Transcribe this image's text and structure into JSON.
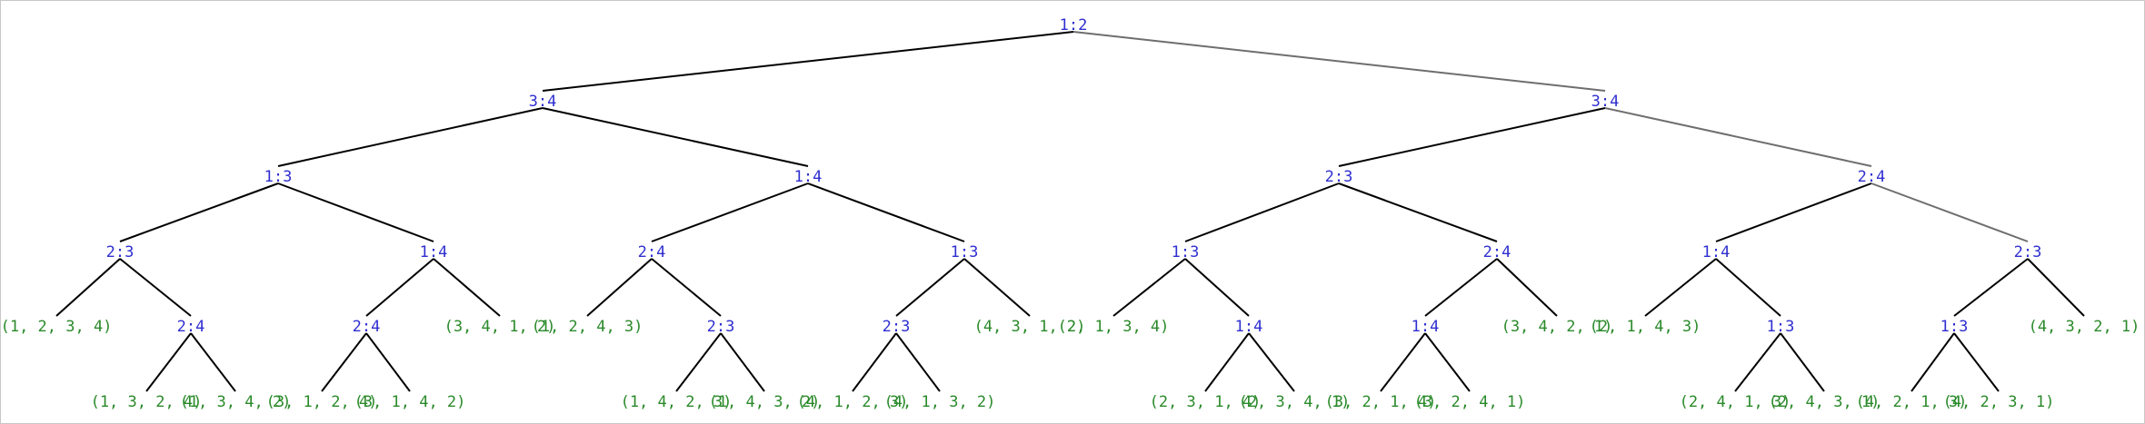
{
  "colors": {
    "comparison": "#2f2fd0",
    "leaf": "#2a8a2a",
    "edge": "#000000"
  },
  "nodes": {
    "root": "1:2",
    "l1": [
      "3:4",
      "3:4"
    ],
    "l2": [
      "1:3",
      "1:4",
      "2:3",
      "2:4"
    ],
    "l3": [
      "2:3",
      "1:4",
      "2:4",
      "1:3",
      "1:3",
      "2:4",
      "1:4",
      "2:3"
    ],
    "l4": [
      "(1, 2, 3, 4)",
      "2:4",
      "2:4",
      "(3, 4, 1, 2)",
      "(1, 2, 4, 3)",
      "2:3",
      "2:3",
      "(4, 3, 1, 2)",
      "(2, 1, 3, 4)",
      "1:4",
      "1:4",
      "(3, 4, 2, 1)",
      "(2, 1, 4, 3)",
      "1:3",
      "1:3",
      "(4, 3, 2, 1)"
    ],
    "l5": [
      "(1, 3, 2, 4)",
      "(1, 3, 4, 2)",
      "(3, 1, 2, 4)",
      "(3, 1, 4, 2)",
      "(1, 4, 2, 3)",
      "(1, 4, 3, 2)",
      "(4, 1, 2, 3)",
      "(4, 1, 3, 2)",
      "(2, 3, 1, 4)",
      "(2, 3, 4, 1)",
      "(3, 2, 1, 4)",
      "(3, 2, 4, 1)",
      "(2, 4, 1, 3)",
      "(2, 4, 3, 1)",
      "(4, 2, 1, 3)",
      "(4, 2, 3, 1)"
    ]
  }
}
